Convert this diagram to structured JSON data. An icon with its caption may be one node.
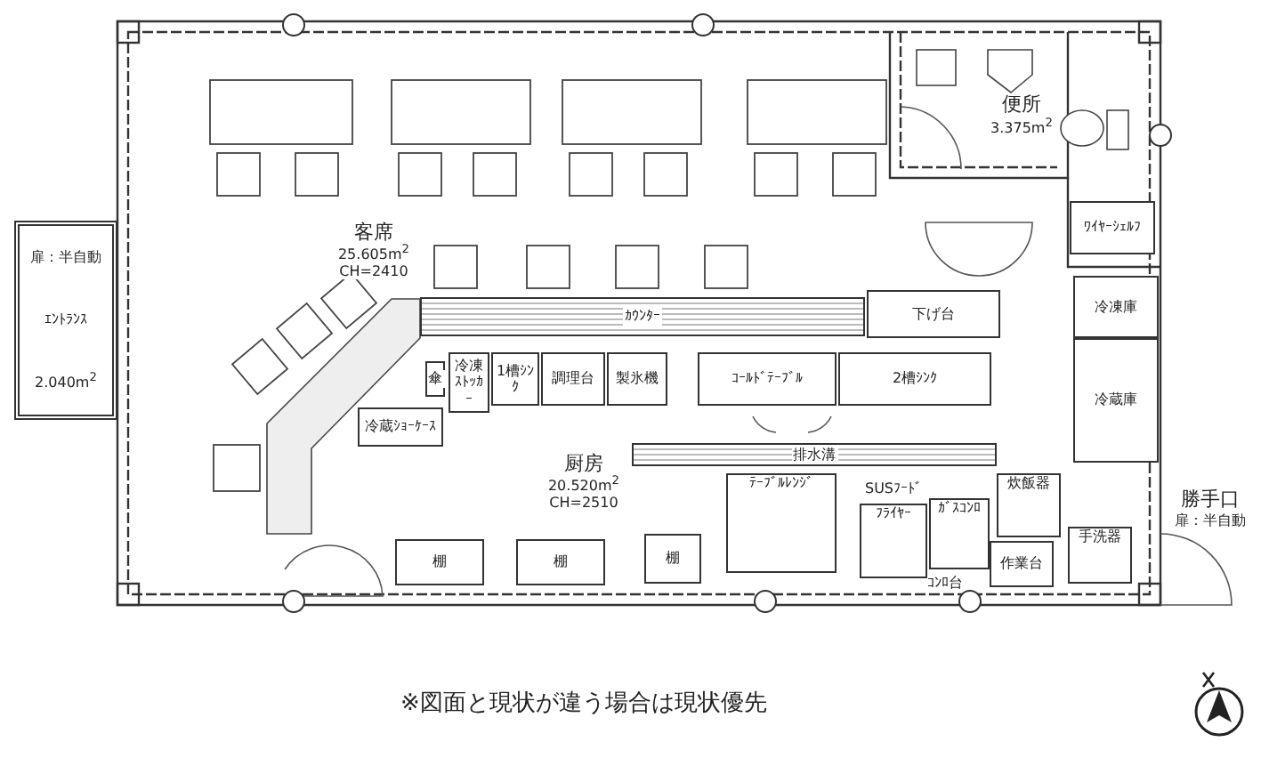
{
  "diagram": {
    "nodes": [
      {
        "text": [
          "客席",
          "25.605m$^{2}$",
          "CH=2410"
        ]
      },
      {
        "text": [
          "扉：半自動",
          "ｴﾝﾄﾗﾝｽ",
          "2.040m$^{2}$"
        ]
      },
      {
        "text": [
          "便所",
          "3.375m$^{2}$"
        ]
      },
      {
        "text": [
          "厨房",
          "20.520m$^{2}$",
          "CH=2510"
        ]
      },
      {
        "text": [
          "ｶｳﾝﾀｰ"
        ]
      },
      {
        "text": [
          "下げ台"
        ]
      },
      {
        "text": [
          "冷凍ｽﾄｯｶｰ"
        ]
      },
      {
        "text": [
          "1槽ｼﾝｸ"
        ]
      },
      {
        "text": [
          "調理台"
        ]
      },
      {
        "text": [
          "製氷機"
        ]
      },
      {
        "text": [
          "ｺｰﾙﾄﾞﾃｰﾌﾞﾙ"
        ]
      },
      {
        "text": [
          "2槽ｼﾝｸ"
        ]
      },
      {
        "text": [
          "冷蔵ｼｮｰｹｰｽ"
        ]
      },
      {
        "text": [
          "傘"
        ]
      },
      {
        "text": [
          "冷凍庫"
        ]
      },
      {
        "text": [
          "冷蔵庫"
        ]
      },
      {
        "text": [
          "ﾜｲﾔｰｼｪﾙﾌ"
        ]
      },
      {
        "text": [
          "排水溝"
        ]
      },
      {
        "text": [
          "ﾃｰﾌﾞﾙﾚﾝｼﾞ"
        ]
      },
      {
        "text": [
          "ﾌﾗｲﾔｰ"
        ]
      },
      {
        "text": [
          "ｶﾞｽｺﾝﾛ"
        ]
      },
      {
        "text": [
          "炊飯器"
        ]
      },
      {
        "text": [
          "作業台"
        ]
      },
      {
        "text": [
          "手洗器"
        ]
      },
      {
        "text": [
          "棚"
        ]
      },
      {
        "text": [
          "棚"
        ]
      },
      {
        "text": [
          "棚"
        ]
      },
      {
        "text": [
          "勝手口",
          "扉：半自動"
        ]
      }
    ],
    "labels": [
      "SUSﾌｰﾄﾞ",
      "ｺﾝﾛ台",
      "※図面と現状が違う場合は現状優先"
    ]
  }
}
